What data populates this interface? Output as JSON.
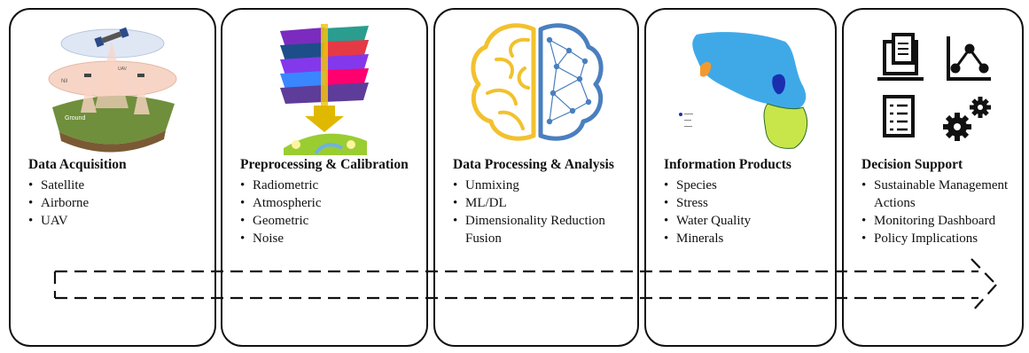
{
  "panels": [
    {
      "title": "Data Acquisition",
      "items": [
        "Satellite",
        "Airborne",
        "UAV"
      ],
      "illustration": "remote-sensing-platforms",
      "labels": [
        "Ground",
        "Nil",
        "UAV"
      ]
    },
    {
      "title": "Preprocessing & Calibration",
      "items": [
        "Radiometric",
        "Atmospheric",
        "Geometric",
        "Noise"
      ],
      "illustration": "layered-image-stack"
    },
    {
      "title": "Data Processing & Analysis",
      "items": [
        "Unmixing",
        "ML/DL",
        "Dimensionality Reduction Fusion"
      ],
      "illustration": "brain-neural-network"
    },
    {
      "title": "Information Products",
      "items": [
        "Species",
        "Stress",
        "Water Quality",
        "Minerals"
      ],
      "illustration": "classified-map"
    },
    {
      "title": "Decision Support",
      "items": [
        "Sustainable Management Actions",
        "Monitoring Dashboard",
        "Policy Implications"
      ],
      "icons": [
        "computer-icon",
        "line-chart-icon",
        "checklist-icon",
        "gears-icon"
      ]
    }
  ],
  "colors": {
    "border": "#111111",
    "arrow": "#111111",
    "brain_left": "#f2c12e",
    "brain_right": "#4a7fbf",
    "water": "#3fa9e8",
    "land": "#c8e64a"
  }
}
